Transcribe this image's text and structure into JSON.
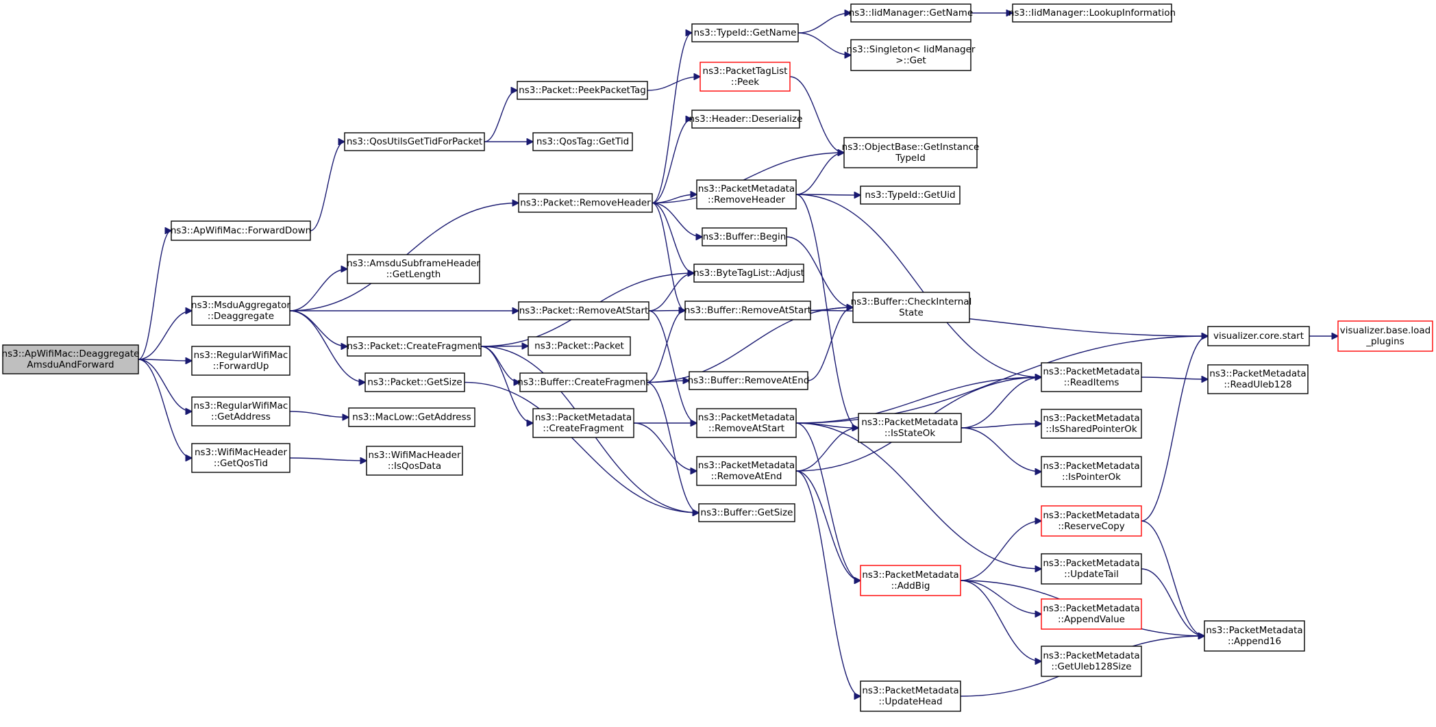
{
  "graph": {
    "nodes": [
      {
        "id": "root",
        "lines": [
          "ns3::ApWifiMac::Deaggregate",
          "AmsduAndForward"
        ],
        "root": true
      },
      {
        "id": "fwdDown",
        "lines": [
          "ns3::ApWifiMac::ForwardDown"
        ]
      },
      {
        "id": "msduAgg",
        "lines": [
          "ns3::MsduAggregator",
          "::Deaggregate"
        ]
      },
      {
        "id": "fwdUp",
        "lines": [
          "ns3::RegularWifiMac",
          "::ForwardUp"
        ]
      },
      {
        "id": "getAddr",
        "lines": [
          "ns3::RegularWifiMac",
          "::GetAddress"
        ]
      },
      {
        "id": "getQosTid",
        "lines": [
          "ns3::WifiMacHeader",
          "::GetQosTid"
        ]
      },
      {
        "id": "qosUtils",
        "lines": [
          "ns3::QosUtilsGetTidForPacket"
        ]
      },
      {
        "id": "amsduLen",
        "lines": [
          "ns3::AmsduSubframeHeader",
          "::GetLength"
        ]
      },
      {
        "id": "createFrag",
        "lines": [
          "ns3::Packet::CreateFragment"
        ]
      },
      {
        "id": "pktGetSize",
        "lines": [
          "ns3::Packet::GetSize"
        ]
      },
      {
        "id": "macLowAddr",
        "lines": [
          "ns3::MacLow::GetAddress"
        ]
      },
      {
        "id": "isQosData",
        "lines": [
          "ns3::WifiMacHeader",
          "::IsQosData"
        ]
      },
      {
        "id": "peekTag",
        "lines": [
          "ns3::Packet::PeekPacketTag"
        ]
      },
      {
        "id": "qosGetTid",
        "lines": [
          "ns3::QosTag::GetTid"
        ]
      },
      {
        "id": "removeHeader",
        "lines": [
          "ns3::Packet::RemoveHeader"
        ]
      },
      {
        "id": "removeAtStart",
        "lines": [
          "ns3::Packet::RemoveAtStart"
        ]
      },
      {
        "id": "packetCtor",
        "lines": [
          "ns3::Packet::Packet"
        ]
      },
      {
        "id": "bufCreateFrag",
        "lines": [
          "ns3::Buffer::CreateFragment"
        ]
      },
      {
        "id": "pmCreateFrag",
        "lines": [
          "ns3::PacketMetadata",
          "::CreateFragment"
        ]
      },
      {
        "id": "typeIdGetName",
        "lines": [
          "ns3::TypeId::GetName"
        ]
      },
      {
        "id": "tagListPeek",
        "lines": [
          "ns3::PacketTagList",
          "::Peek"
        ],
        "truncated": true
      },
      {
        "id": "hdrDeser",
        "lines": [
          "ns3::Header::Deserialize"
        ]
      },
      {
        "id": "pmRemoveHeader",
        "lines": [
          "ns3::PacketMetadata",
          "::RemoveHeader"
        ]
      },
      {
        "id": "bufBegin",
        "lines": [
          "ns3::Buffer::Begin"
        ]
      },
      {
        "id": "byteTagAdjust",
        "lines": [
          "ns3::ByteTagList::Adjust"
        ]
      },
      {
        "id": "bufRemoveAtStart",
        "lines": [
          "ns3::Buffer::RemoveAtStart"
        ]
      },
      {
        "id": "bufRemoveAtEnd",
        "lines": [
          "ns3::Buffer::RemoveAtEnd"
        ]
      },
      {
        "id": "pmRemoveAtStart",
        "lines": [
          "ns3::PacketMetadata",
          "::RemoveAtStart"
        ]
      },
      {
        "id": "pmRemoveAtEnd",
        "lines": [
          "ns3::PacketMetadata",
          "::RemoveAtEnd"
        ]
      },
      {
        "id": "bufGetSize",
        "lines": [
          "ns3::Buffer::GetSize"
        ]
      },
      {
        "id": "iidGetName",
        "lines": [
          "ns3::IidManager::GetName"
        ]
      },
      {
        "id": "singletonGet",
        "lines": [
          "ns3::Singleton< IidManager",
          ">::Get"
        ]
      },
      {
        "id": "objGetInstance",
        "lines": [
          "ns3::ObjectBase::GetInstance",
          "TypeId"
        ]
      },
      {
        "id": "typeIdGetUid",
        "lines": [
          "ns3::TypeId::GetUid"
        ]
      },
      {
        "id": "bufCheckInternal",
        "lines": [
          "ns3::Buffer::CheckInternal",
          "State"
        ]
      },
      {
        "id": "pmIsStateOk",
        "lines": [
          "ns3::PacketMetadata",
          "::IsStateOk"
        ]
      },
      {
        "id": "pmAddBig",
        "lines": [
          "ns3::PacketMetadata",
          "::AddBig"
        ],
        "truncated": true
      },
      {
        "id": "pmUpdateHead",
        "lines": [
          "ns3::PacketMetadata",
          "::UpdateHead"
        ]
      },
      {
        "id": "iidLookup",
        "lines": [
          "ns3::IidManager::LookupInformation"
        ]
      },
      {
        "id": "pmReadItems",
        "lines": [
          "ns3::PacketMetadata",
          "::ReadItems"
        ]
      },
      {
        "id": "pmIsSharedOk",
        "lines": [
          "ns3::PacketMetadata",
          "::IsSharedPointerOk"
        ]
      },
      {
        "id": "pmIsPointerOk",
        "lines": [
          "ns3::PacketMetadata",
          "::IsPointerOk"
        ]
      },
      {
        "id": "pmReserveCopy",
        "lines": [
          "ns3::PacketMetadata",
          "::ReserveCopy"
        ],
        "truncated": true
      },
      {
        "id": "pmUpdateTail",
        "lines": [
          "ns3::PacketMetadata",
          "::UpdateTail"
        ]
      },
      {
        "id": "pmAppendValue",
        "lines": [
          "ns3::PacketMetadata",
          "::AppendValue"
        ],
        "truncated": true
      },
      {
        "id": "pmGetUleb",
        "lines": [
          "ns3::PacketMetadata",
          "::GetUleb128Size"
        ]
      },
      {
        "id": "vizStart",
        "lines": [
          "visualizer.core.start"
        ]
      },
      {
        "id": "pmReadUleb",
        "lines": [
          "ns3::PacketMetadata",
          "::ReadUleb128"
        ]
      },
      {
        "id": "pmAppend16",
        "lines": [
          "ns3::PacketMetadata",
          "::Append16"
        ]
      },
      {
        "id": "vizLoad",
        "lines": [
          "visualizer.base.load",
          "_plugins"
        ],
        "truncated": true
      }
    ],
    "edges": [
      [
        "root",
        "fwdDown"
      ],
      [
        "root",
        "msduAgg"
      ],
      [
        "root",
        "fwdUp"
      ],
      [
        "root",
        "getAddr"
      ],
      [
        "root",
        "getQosTid"
      ],
      [
        "fwdDown",
        "qosUtils"
      ],
      [
        "qosUtils",
        "peekTag"
      ],
      [
        "qosUtils",
        "qosGetTid"
      ],
      [
        "peekTag",
        "tagListPeek"
      ],
      [
        "msduAgg",
        "removeHeader"
      ],
      [
        "msduAgg",
        "amsduLen"
      ],
      [
        "msduAgg",
        "removeAtStart"
      ],
      [
        "msduAgg",
        "createFrag"
      ],
      [
        "msduAgg",
        "pktGetSize"
      ],
      [
        "getAddr",
        "macLowAddr"
      ],
      [
        "getQosTid",
        "isQosData"
      ],
      [
        "removeHeader",
        "typeIdGetName"
      ],
      [
        "removeHeader",
        "hdrDeser"
      ],
      [
        "removeHeader",
        "objGetInstance"
      ],
      [
        "removeHeader",
        "pmRemoveHeader"
      ],
      [
        "removeHeader",
        "bufBegin"
      ],
      [
        "removeHeader",
        "byteTagAdjust"
      ],
      [
        "removeHeader",
        "bufRemoveAtStart"
      ],
      [
        "typeIdGetName",
        "iidGetName"
      ],
      [
        "typeIdGetName",
        "singletonGet"
      ],
      [
        "iidGetName",
        "iidLookup"
      ],
      [
        "tagListPeek",
        "objGetInstance"
      ],
      [
        "pmRemoveHeader",
        "objGetInstance"
      ],
      [
        "pmRemoveHeader",
        "typeIdGetUid"
      ],
      [
        "pmRemoveHeader",
        "pmReadItems"
      ],
      [
        "pmRemoveHeader",
        "pmIsStateOk"
      ],
      [
        "bufBegin",
        "bufCheckInternal"
      ],
      [
        "removeAtStart",
        "byteTagAdjust"
      ],
      [
        "removeAtStart",
        "bufRemoveAtStart"
      ],
      [
        "removeAtStart",
        "pmRemoveAtStart"
      ],
      [
        "createFrag",
        "byteTagAdjust"
      ],
      [
        "createFrag",
        "packetCtor"
      ],
      [
        "createFrag",
        "bufCreateFrag"
      ],
      [
        "createFrag",
        "pmCreateFrag"
      ],
      [
        "createFrag",
        "bufGetSize"
      ],
      [
        "pktGetSize",
        "bufGetSize"
      ],
      [
        "bufCreateFrag",
        "bufRemoveAtStart"
      ],
      [
        "bufCreateFrag",
        "bufRemoveAtEnd"
      ],
      [
        "bufCreateFrag",
        "bufCheckInternal"
      ],
      [
        "bufCreateFrag",
        "bufGetSize"
      ],
      [
        "bufRemoveAtStart",
        "bufCheckInternal"
      ],
      [
        "bufRemoveAtStart",
        "vizStart"
      ],
      [
        "bufRemoveAtEnd",
        "bufCheckInternal"
      ],
      [
        "pmCreateFrag",
        "pmRemoveAtStart"
      ],
      [
        "pmCreateFrag",
        "pmRemoveAtEnd"
      ],
      [
        "pmRemoveAtStart",
        "vizStart"
      ],
      [
        "pmRemoveAtStart",
        "pmReadItems"
      ],
      [
        "pmRemoveAtStart",
        "pmIsStateOk"
      ],
      [
        "pmRemoveAtStart",
        "pmUpdateTail"
      ],
      [
        "pmRemoveAtStart",
        "pmAddBig"
      ],
      [
        "pmRemoveAtEnd",
        "pmIsStateOk"
      ],
      [
        "pmRemoveAtEnd",
        "pmReadItems"
      ],
      [
        "pmRemoveAtEnd",
        "pmAddBig"
      ],
      [
        "pmRemoveAtEnd",
        "pmUpdateHead"
      ],
      [
        "pmIsStateOk",
        "pmReadItems"
      ],
      [
        "pmIsStateOk",
        "pmIsSharedOk"
      ],
      [
        "pmIsStateOk",
        "pmIsPointerOk"
      ],
      [
        "pmReadItems",
        "pmReadUleb"
      ],
      [
        "pmAddBig",
        "pmReserveCopy"
      ],
      [
        "pmAddBig",
        "pmAppendValue"
      ],
      [
        "pmAddBig",
        "pmGetUleb"
      ],
      [
        "pmAddBig",
        "pmAppend16"
      ],
      [
        "pmReserveCopy",
        "vizStart"
      ],
      [
        "pmReserveCopy",
        "pmAppend16"
      ],
      [
        "pmUpdateTail",
        "pmAppend16"
      ],
      [
        "pmUpdateHead",
        "pmAppend16"
      ],
      [
        "vizStart",
        "vizLoad"
      ]
    ]
  }
}
